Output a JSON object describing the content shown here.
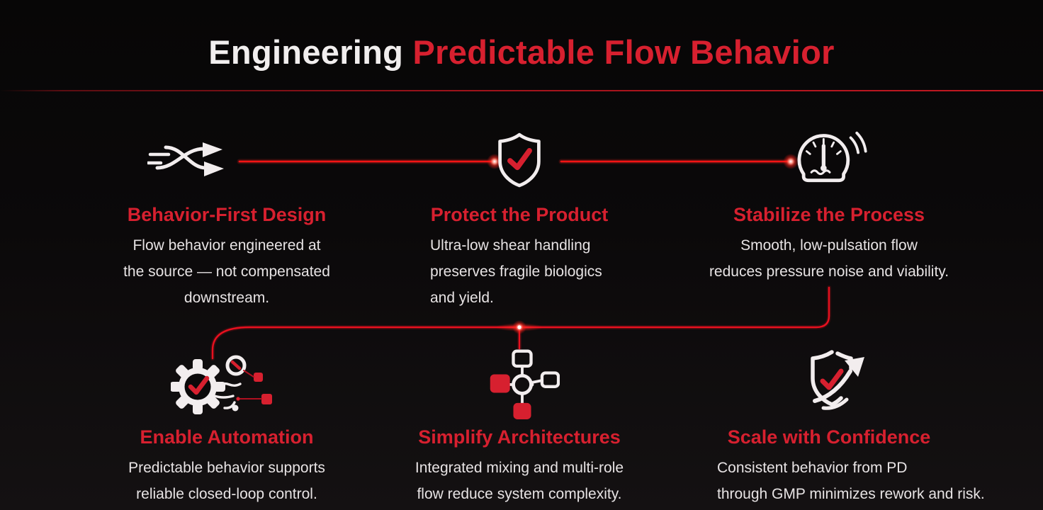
{
  "title": {
    "prefix": "Engineering",
    "highlight": "Predictable Flow Behavior"
  },
  "colors": {
    "accent": "#D7202F",
    "laser": "#FF1212",
    "text": "#E7E3E4",
    "icon": "#F2EDEE",
    "background": "#0B090A"
  },
  "cards": [
    {
      "icon": "flow-arrows-icon",
      "title": "Behavior-First Design",
      "body_lines": [
        "Flow behavior engineered at",
        "the source — not compensated",
        "downstream."
      ]
    },
    {
      "icon": "shield-check-icon",
      "title": "Protect the Product",
      "body_lines": [
        "Ultra-low shear handling",
        "preserves fragile biologics",
        "and yield."
      ]
    },
    {
      "icon": "gauge-icon",
      "title": "Stabilize the Process",
      "body_lines": [
        "Smooth, low-pulsation flow",
        "reduces pressure noise and viability."
      ]
    },
    {
      "icon": "gear-check-automation-icon",
      "title": "Enable Automation",
      "body_lines": [
        "Predictable behavior supports",
        "reliable closed-loop control."
      ]
    },
    {
      "icon": "network-nodes-icon",
      "title": "Simplify Architectures",
      "body_lines": [
        "Integrated mixing and multi-role",
        "flow reduce system complexity."
      ]
    },
    {
      "icon": "shield-growth-arrow-icon",
      "title": "Scale with Confidence",
      "body_lines": [
        "Consistent behavior from PD",
        "through GMP minimizes rework and risk."
      ]
    }
  ]
}
